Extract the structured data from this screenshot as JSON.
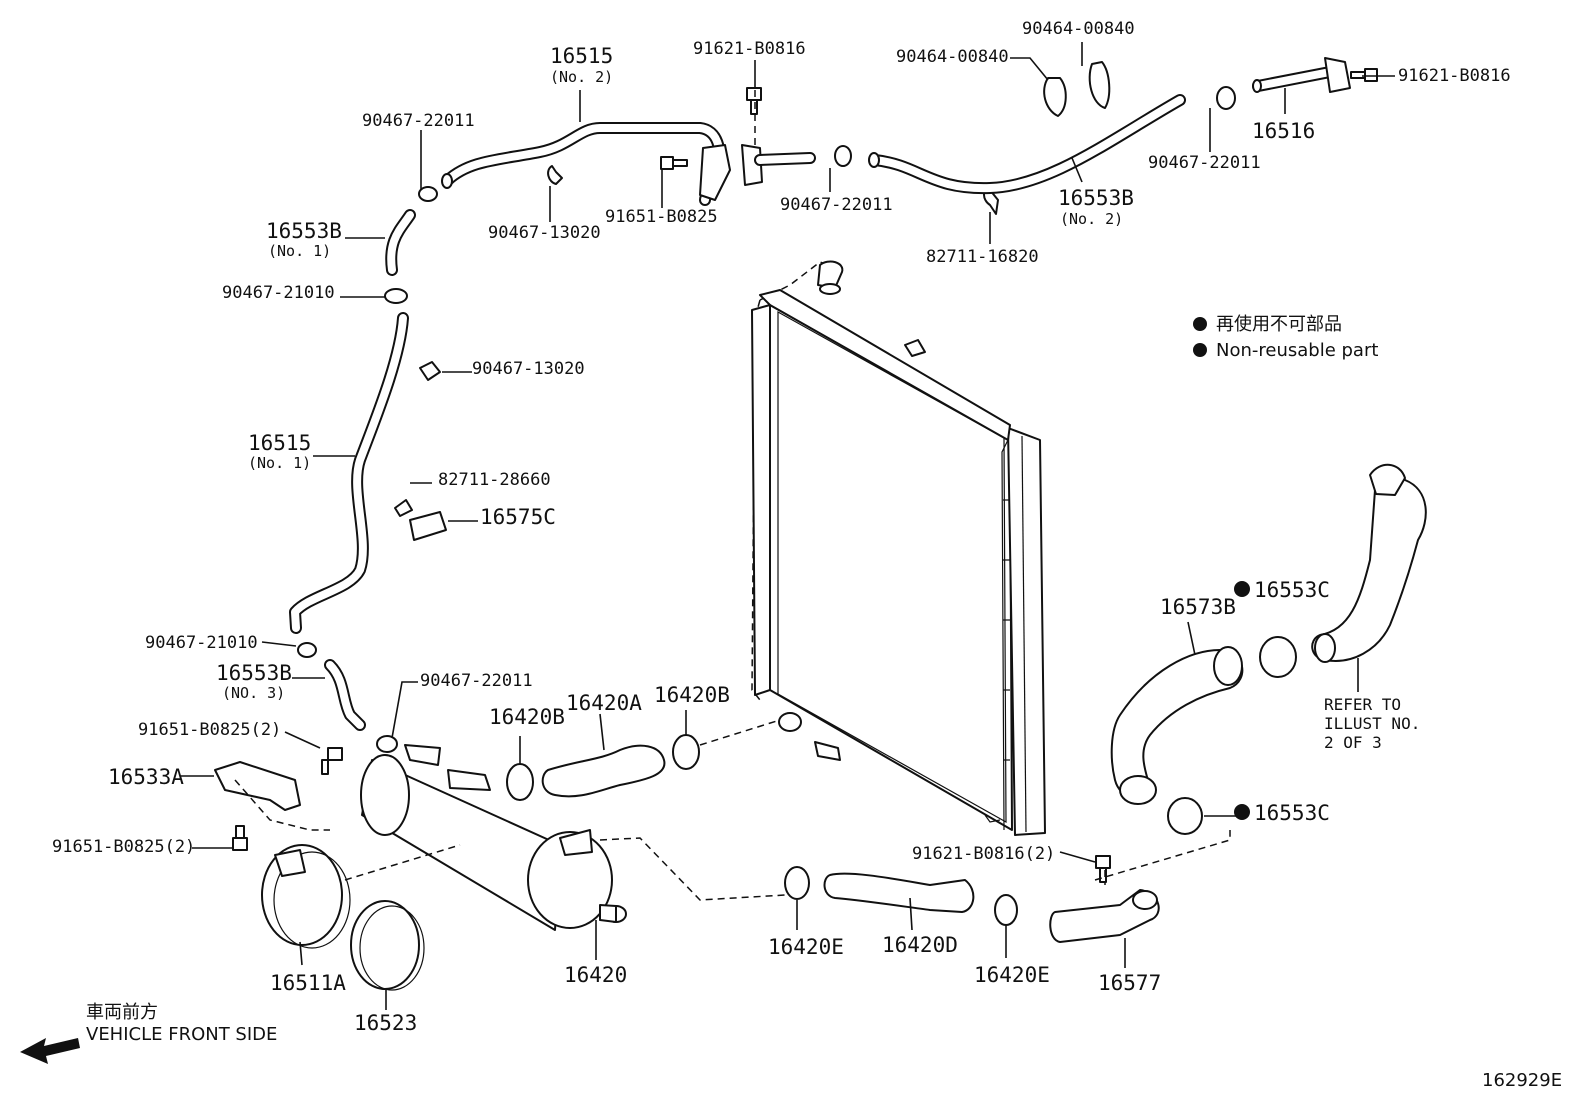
{
  "diagram_id": "162929E",
  "legend": {
    "line_jp": "再使用不可部品",
    "line_en": "Non-reusable part"
  },
  "front_side": {
    "jp": "車両前方",
    "en": "VEHICLE FRONT SIDE"
  },
  "refer": {
    "line1": "REFER TO",
    "line2": "ILLUST NO.",
    "line3": "2 OF 3"
  },
  "labels": {
    "p16515_no2": "16515",
    "p16515_no2_sub": "(No. 2)",
    "p91621_top": "91621-B0816",
    "p90464_a": "90464-00840",
    "p90464_b": "90464-00840",
    "p91621_right": "91621-B0816",
    "p16516": "16516",
    "p90467_22011_tl": "90467-22011",
    "p90467_13020_top": "90467-13020",
    "p91651_top": "91651-B0825",
    "p90467_22011_mid": "90467-22011",
    "p90467_22011_right": "90467-22011",
    "p16553b_no2": "16553B",
    "p16553b_no2_sub": "(No. 2)",
    "p82711_16820": "82711-16820",
    "p16553b_no1": "16553B",
    "p16553b_no1_sub": "(No. 1)",
    "p90467_21010_top": "90467-21010",
    "p90467_13020_mid": "90467-13020",
    "p16515_no1": "16515",
    "p16515_no1_sub": "(No. 1)",
    "p82711_28660": "82711-28660",
    "p16575c": "16575C",
    "p90467_21010_bot": "90467-21010",
    "p16553b_no3": "16553B",
    "p16553b_no3_sub": "(NO. 3)",
    "p90467_22011_bot": "90467-22011",
    "p91651_2a": "91651-B0825(2)",
    "p16533a": "16533A",
    "p91651_2b": "91651-B0825(2)",
    "p16420b_a": "16420B",
    "p16420a": "16420A",
    "p16420b_b": "16420B",
    "p16573b": "16573B",
    "p16553c_top": "16553C",
    "p16553c_bot": "16553C",
    "p91621_2": "91621-B0816(2)",
    "p16511a": "16511A",
    "p16523": "16523",
    "p16420": "16420",
    "p16420e_a": "16420E",
    "p16420d": "16420D",
    "p16420e_b": "16420E",
    "p16577": "16577"
  }
}
